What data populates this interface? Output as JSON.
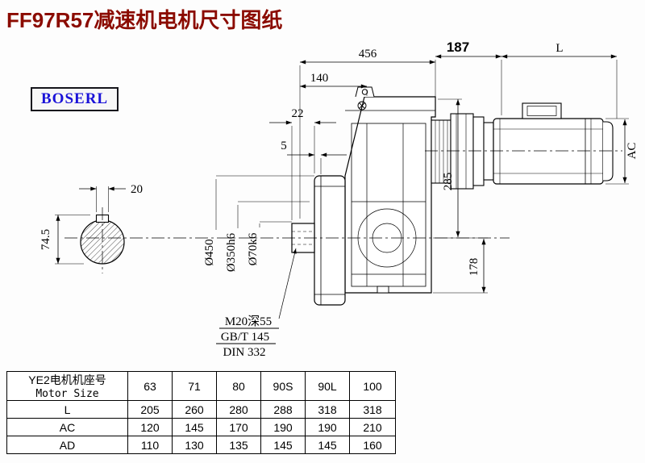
{
  "page": {
    "title": "FF97R57减速机电机尺寸图纸",
    "brand": "BOSERL",
    "title_color": "#8b0b00",
    "brand_color": "#1a12d8"
  },
  "drawing": {
    "dim_456": "456",
    "dim_187": "187",
    "dim_L": "L",
    "dim_140": "140",
    "dim_22": "22",
    "dim_5": "5",
    "dim_285": "285",
    "dim_178": "178",
    "dim_AC": "AC",
    "dim_20": "20",
    "dim_74_5": "74.5",
    "dia_450": "Ø450",
    "dia_350": "Ø350h6",
    "dia_70": "Ø70k6",
    "thread_note": "M20深55",
    "standard_1": "GB/T 145",
    "standard_2": "DIN 332"
  },
  "table": {
    "header_cn": "YE2电机机座号",
    "header_en": "Motor Size",
    "sizes": [
      "63",
      "71",
      "80",
      "90S",
      "90L",
      "100"
    ],
    "rows": [
      {
        "label": "L",
        "values": [
          "205",
          "260",
          "280",
          "288",
          "318",
          "318"
        ]
      },
      {
        "label": "AC",
        "values": [
          "120",
          "145",
          "170",
          "190",
          "190",
          "210"
        ]
      },
      {
        "label": "AD",
        "values": [
          "110",
          "130",
          "135",
          "145",
          "145",
          "160"
        ]
      }
    ]
  }
}
